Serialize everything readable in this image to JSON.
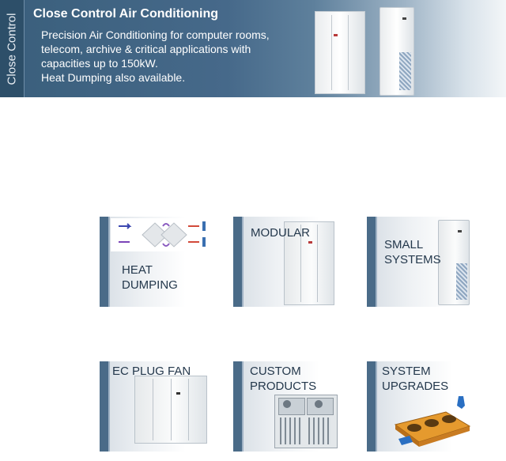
{
  "banner": {
    "side_tab": "Close Control",
    "title": "Close Control Air Conditioning",
    "description_lines": [
      "Precision Air Conditioning for computer rooms,",
      "telecom, archive & critical applications with",
      "capacities up to 150kW.",
      "Heat Dumping also available."
    ]
  },
  "tiles": [
    {
      "label_lines": [
        "HEAT",
        "DUMPING"
      ]
    },
    {
      "label_lines": [
        "MODULAR"
      ]
    },
    {
      "label_lines": [
        "SMALL",
        "SYSTEMS"
      ]
    },
    {
      "label_lines": [
        "EC PLUG FAN"
      ]
    },
    {
      "label_lines": [
        "CUSTOM",
        "PRODUCTS"
      ]
    },
    {
      "label_lines": [
        "SYSTEM",
        "UPGRADES"
      ]
    }
  ],
  "colors": {
    "banner": "#46698a",
    "tile_stripe": "#4a6b88",
    "tile_text": "#24384c"
  }
}
